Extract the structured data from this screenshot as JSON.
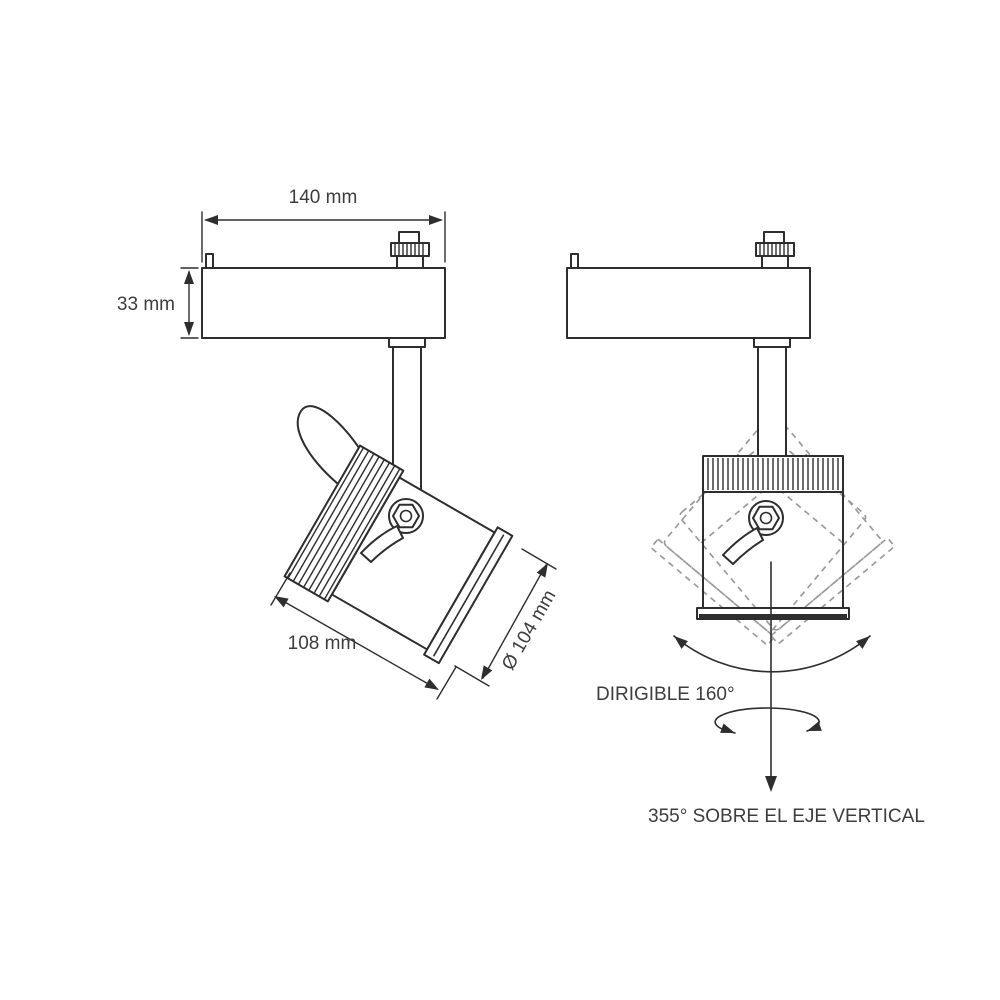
{
  "diagram": {
    "type": "technical-drawing",
    "subject": "Track-mounted spotlight dimension and rotation diagram",
    "dimensions": {
      "track_width": "140 mm",
      "track_height": "33 mm",
      "body_length": "108 mm",
      "diameter": "Ø 104 mm"
    },
    "annotations": {
      "tilt_range": "DIRIGIBLE 160°",
      "vertical_rotation": "355° SOBRE EL EJE VERTICAL"
    },
    "colors": {
      "line": "#2e2e2e",
      "ghost": "#9b9b9b",
      "text": "#3d3d3d",
      "background": "#ffffff"
    }
  }
}
